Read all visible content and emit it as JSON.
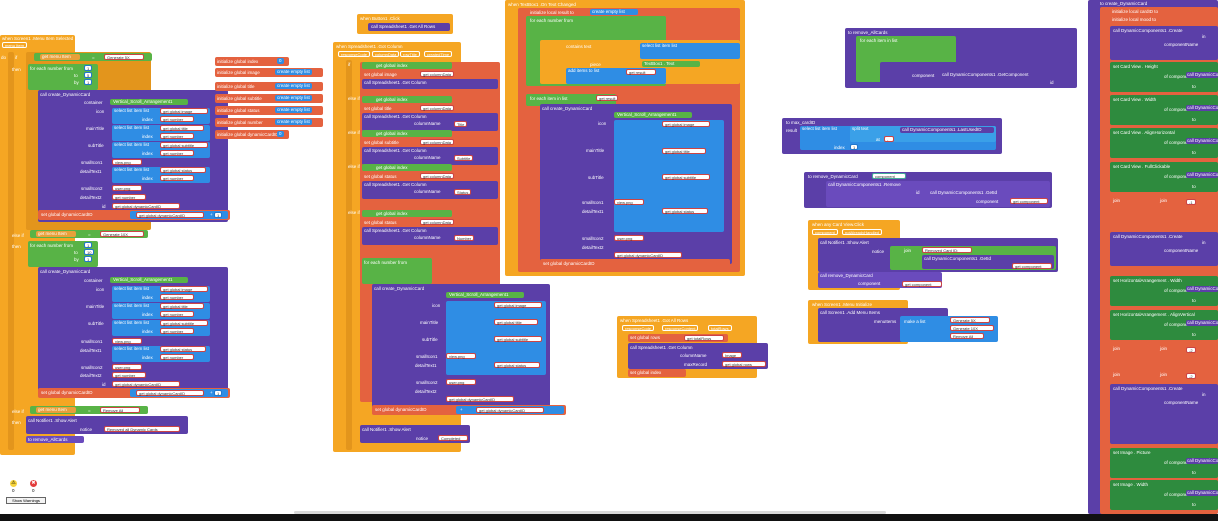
{
  "menu_selected": {
    "event": "when Screen1 .Menu Item Selected",
    "param": "menu Item",
    "do": "do",
    "if": "if",
    "then": "then",
    "else_if": "else if",
    "compare": "=",
    "get_menu_item": "get menu Item",
    "items": [
      "Generate 5X",
      "Generate 10X",
      "Remove All"
    ],
    "for_each": "for each number from",
    "to": "to",
    "by": "by",
    "from_val": "1",
    "to_5": "5",
    "to_10": "10",
    "by_val": "1",
    "call_create": "call create_DynamicCard",
    "container": "container",
    "container_val": "Vertical_Scroll_Arrangement1",
    "icon": "icon",
    "mainTitle": "mainTitle",
    "subTitle": "subTitle",
    "smallIcon1": "smallIcon1",
    "detailText1": "detailText1",
    "smallIcon2": "smallIcon2",
    "detailText2": "detailText2",
    "id": "id",
    "select_list": "select list item list",
    "index": "index",
    "get_image": "get global image",
    "get_title": "get global title",
    "get_subtitle": "get global subtitle",
    "get_status": "get global status",
    "get_number": "get number",
    "view_png": "view.png",
    "user_png": "user.png",
    "set_dyn": "set global dynamicCardID",
    "get_dyn": "get global dynamicCardID",
    "plus": "+",
    "one": "1",
    "call_notifier": "call Notifier1 .Show Alert",
    "notice": "notice",
    "removed": "Removed all Dynamic Cards"
  },
  "globals": [
    {
      "name": "initialize global index",
      "val": "0"
    },
    {
      "name": "initialize global image",
      "val": "create empty list"
    },
    {
      "name": "initialize global title",
      "val": "create empty list"
    },
    {
      "name": "initialize global subtitle",
      "val": "create empty list"
    },
    {
      "name": "initialize global status",
      "val": "create empty list"
    },
    {
      "name": "initialize global number",
      "val": "create empty list"
    },
    {
      "name": "initialize global dynamicCardID",
      "val": "0"
    }
  ],
  "button_click": {
    "event": "when Button1 .Click",
    "call": "call Spreadsheet1 .Get All Rows"
  },
  "got_column": {
    "event": "when Spreadsheet1 .Got Column",
    "params": [
      "responseCode",
      "columnData",
      "rowTitle",
      "createdTime"
    ],
    "if": "if",
    "then": "then",
    "else_if": "else if",
    "get_index": "get global index",
    "set_image": "set global image",
    "set_title": "set global title",
    "set_subtitle": "set global subtitle",
    "set_status": "set global status",
    "get_column_data": "get columnData",
    "call_get_column": "call Spreadsheet1 .Get Column",
    "sheet_name": "sheetName",
    "column_name": "columnName",
    "max_records": "maxRecord",
    "global_rows": "get global rows",
    "col_title": "Title",
    "col_subtitle": "Subtitle",
    "col_status": "Status",
    "col_number": "Number",
    "for_each": "for each number from",
    "notice_text": "Completed"
  },
  "text_changed": {
    "event": "when TextBox1 .On Text Changed",
    "init_local": "initialize local result to",
    "create_empty": "create empty list",
    "for_each": "for each number from",
    "contains": "contains text",
    "piece": "piece",
    "add_items": "add items to list",
    "list": "list",
    "item": "item",
    "get_result": "get result",
    "text_val": "TextBox1 . Text",
    "for_each_item": "for each item in list"
  },
  "got_all_rows": {
    "event": "when Spreadsheet1 .Got All Rows",
    "params": [
      "responseCode",
      "responseContent",
      "totalRows"
    ],
    "set_rows": "set global rows",
    "get_total": "get totalRows",
    "call": "call Spreadsheet1 .Get Column",
    "col_image": "Image",
    "set_index": "set global index"
  },
  "remove_all_cards": {
    "event": "to remove_AllCards",
    "for_each": "for each item in list",
    "call": "call DynamicComponents1 .GetComponent",
    "id": "id",
    "component": "component"
  },
  "max_cardid": {
    "event": "to max_cardID",
    "result": "result",
    "select": "select list item list",
    "split": "split text",
    "call_last": "call DynamicComponents1 .LastUsedID",
    "at": "at",
    "dash": "-",
    "index": "index",
    "one": "1"
  },
  "remove_dynamic": {
    "event": "to remove_DynamicCard",
    "param": "component",
    "call": "call DynamicComponents1 .Remove",
    "id": "id",
    "getid": "call DynamicComponents1 .GetId",
    "component": "component",
    "get_component": "get component"
  },
  "card_click": {
    "event": "when any Card View.Click",
    "params": [
      "component",
      "notAlreadyHandled"
    ],
    "notifier": "call Notifier1 .Show Alert",
    "notice": "notice",
    "join": "join",
    "removed": "Removed Card ID:",
    "getid": "call DynamicComponents1 .GetId",
    "call_remove": "call remove_DynamicCard",
    "component": "component",
    "get_component": "get component"
  },
  "screen_init": {
    "event": "when Screen1 .Menu Initialize",
    "call": "call Screen1 .Add Menu Items",
    "menu_items": "menuItems",
    "make_list": "make a list",
    "items": [
      "Generate 5X",
      "Generate 10X",
      "Remove All"
    ]
  },
  "right_panel": {
    "event": "to create_DynamicCard",
    "params": [
      "container",
      "icon",
      "mainTitle",
      "id"
    ],
    "init_local": "initialize local cardID to",
    "init_local2": "initialize local mood to",
    "call_create": "call DynamicComponents1 .Create",
    "component_name": "componentName",
    "in": "in",
    "id": "id",
    "set_height": "set Card View . Height",
    "set_width": "set Card View . Width",
    "set_align": "set Card View . AlignHorizontal",
    "set_full": "set Card View . FullClickable",
    "set_ha": "set HorizontalArrangement . Width",
    "set_align2": "set HorizontalArrangement . AlignVertical",
    "set_image": "set Image . Picture",
    "set_image_w": "set Image . Width",
    "of_component": "of component",
    "to": "to",
    "call_get": "call DynamicCompo",
    "true": "true",
    "join": "join",
    "val_a": "-1",
    "val_b": "-2"
  },
  "warnings": {
    "warn_count": "0",
    "error_count": "0",
    "button": "Show Warnings"
  }
}
